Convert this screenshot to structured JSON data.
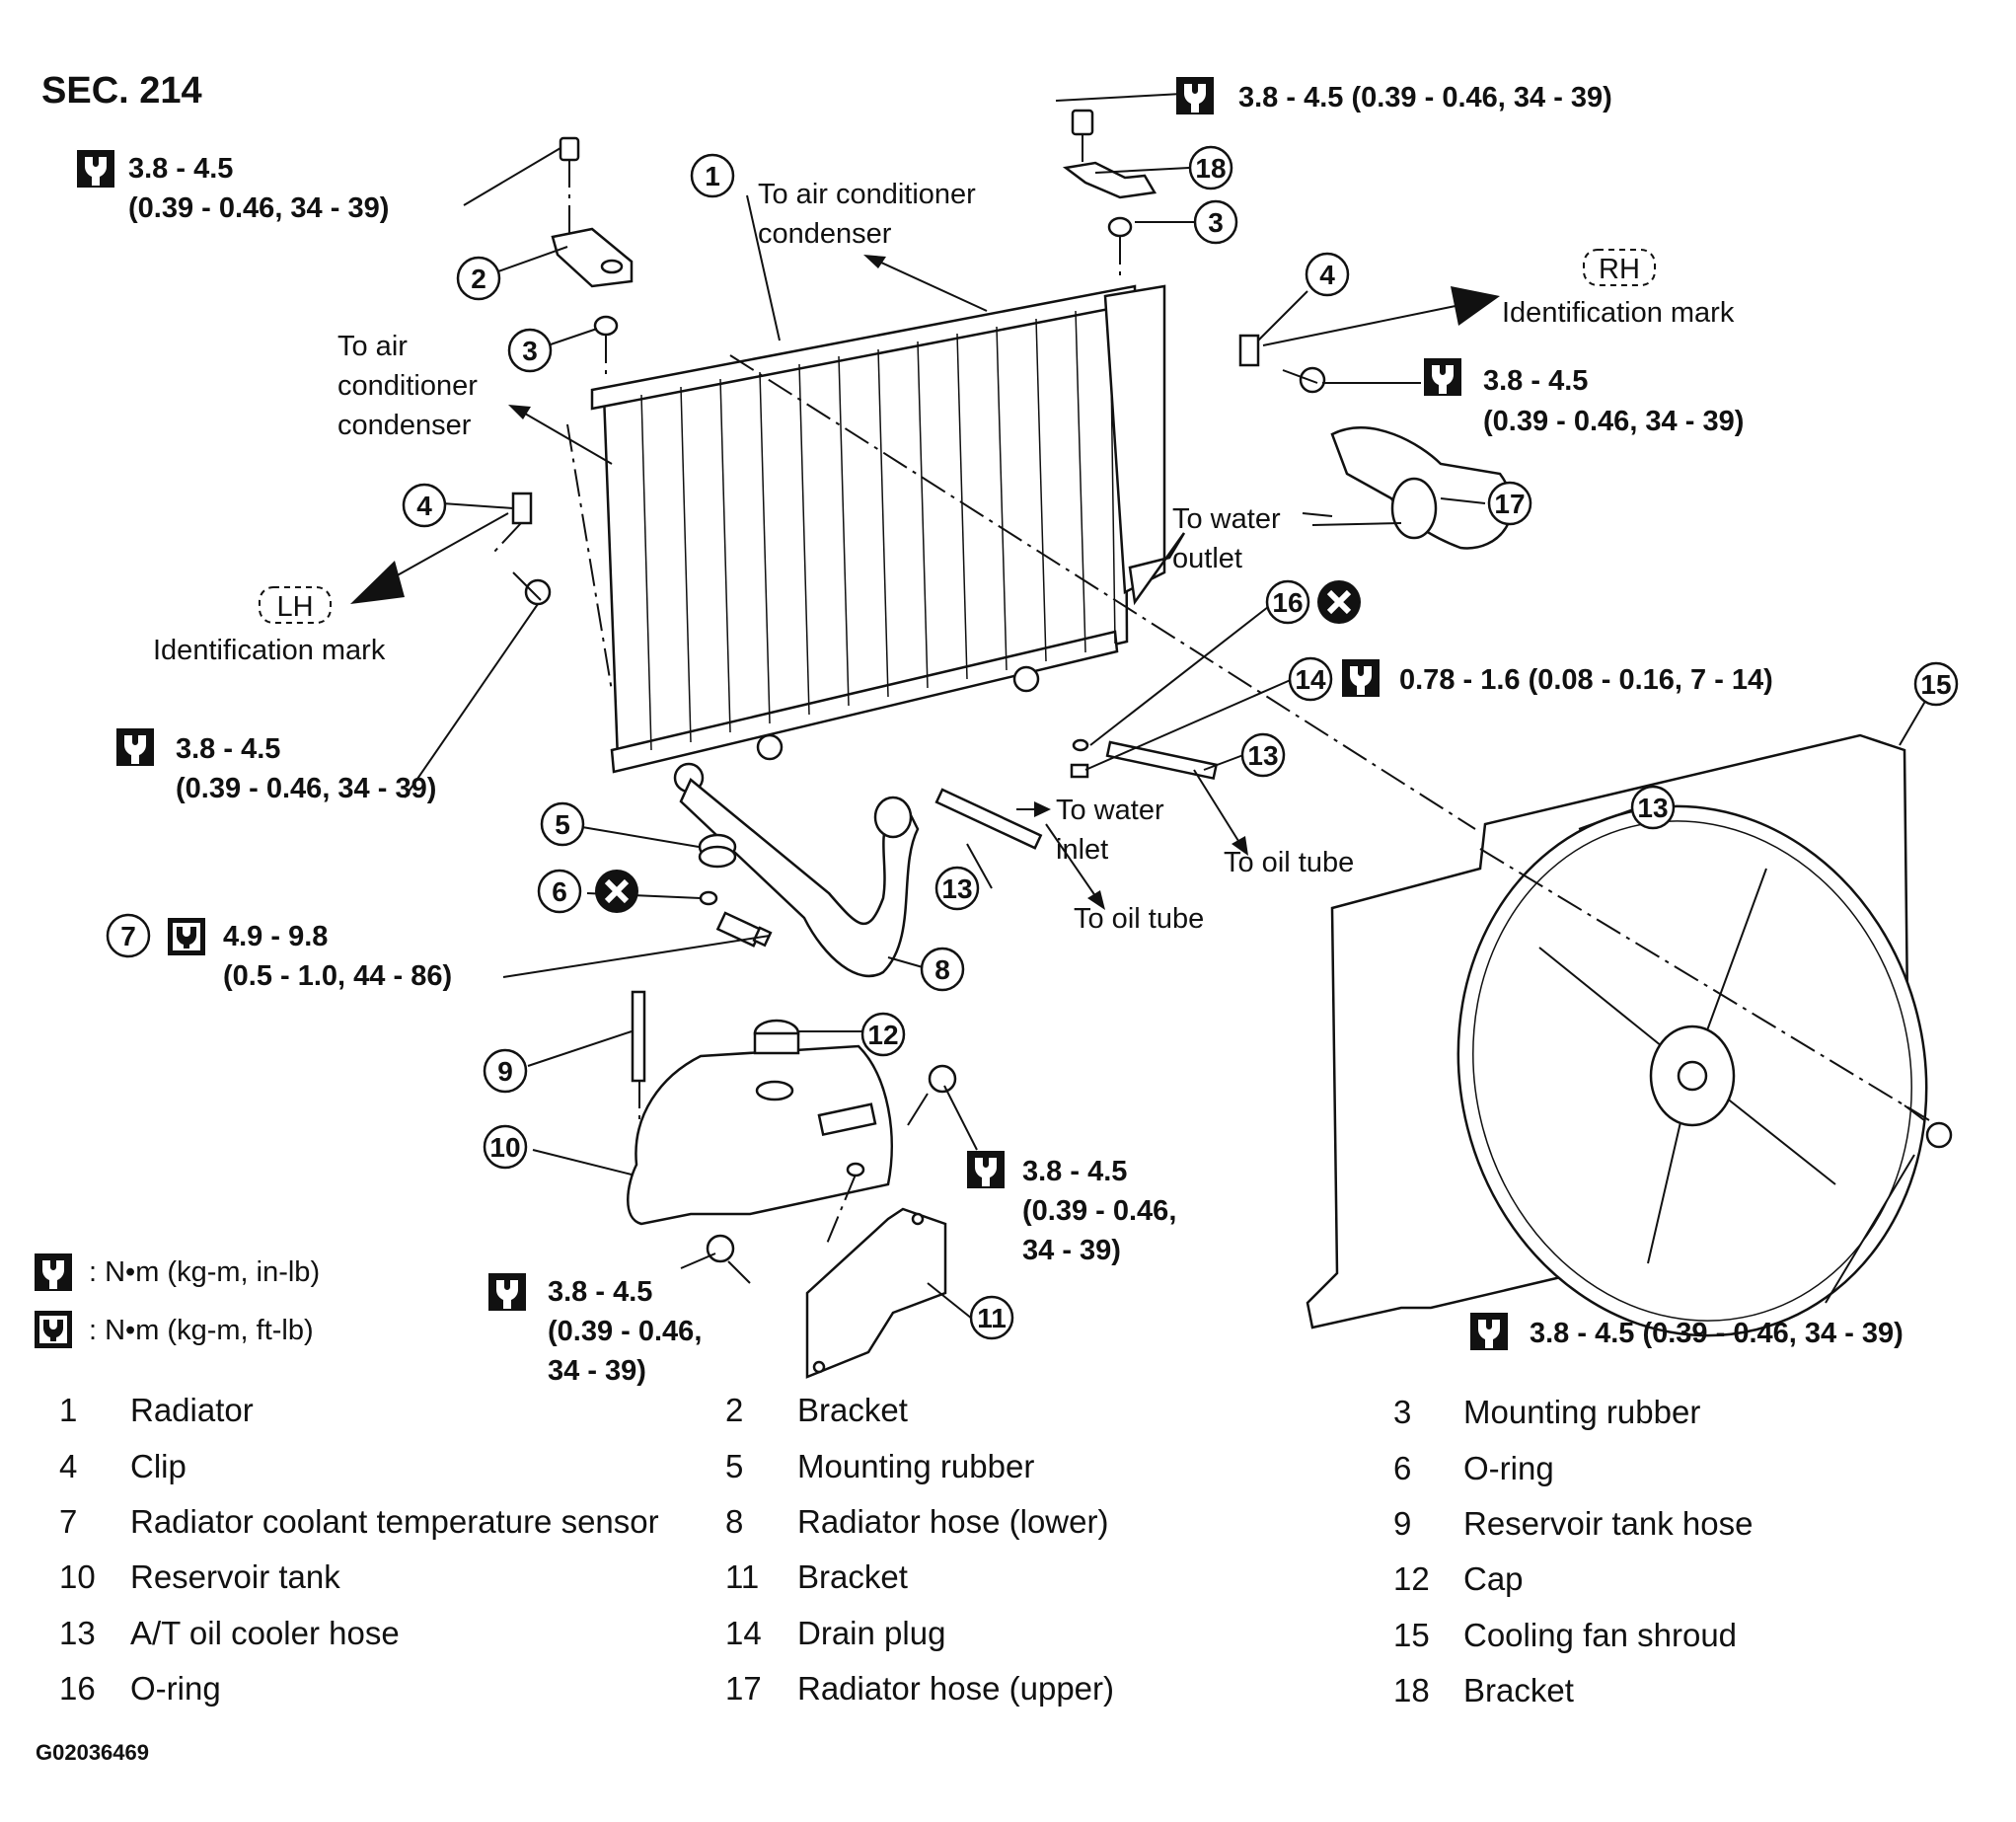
{
  "section": "SEC. 214",
  "figure_id": "G02036469",
  "units_legend": [
    {
      "icon": "torque-wrench-icon",
      "text": ": N•m (kg-m, in-lb)"
    },
    {
      "icon": "torque-wrench-ftlb-icon",
      "text": ": N•m (kg-m, ft-lb)"
    }
  ],
  "torque_specs": {
    "t18": "3.8 - 4.5 (0.39 - 0.46, 34 - 39)",
    "t2_a": "3.8 - 4.5",
    "t2_b": "(0.39 - 0.46, 34 - 39)",
    "trh_a": "3.8 - 4.5",
    "trh_b": "(0.39 - 0.46, 34 - 39)",
    "tlh_a": "3.8 - 4.5",
    "tlh_b": "(0.39 - 0.46, 34 - 39)",
    "t14": "0.78 - 1.6 (0.08 - 0.16, 7 - 14)",
    "t7_a": "4.9 - 9.8",
    "t7_b": "(0.5 - 1.0, 44 - 86)",
    "ttank_a": "3.8 - 4.5",
    "ttank_b": "(0.39 - 0.46,",
    "ttank_c": "34 - 39)",
    "tbr_a": "3.8 - 4.5",
    "tbr_b": "(0.39 - 0.46,",
    "tbr_c": "34 - 39)",
    "tfan": "3.8 - 4.5 (0.39 - 0.46, 34 - 39)"
  },
  "notes": {
    "ac_top_a": "To air conditioner",
    "ac_top_b": "condenser",
    "ac_left_a": "To air",
    "ac_left_b": "conditioner",
    "ac_left_c": "condenser",
    "rh_mark": "RH",
    "rh_label": "Identification mark",
    "lh_mark": "LH",
    "lh_label": "Identification mark",
    "water_outlet_a": "To water",
    "water_outlet_b": "outlet",
    "water_inlet_a": "To water",
    "water_inlet_b": "inlet",
    "oil_tube_1": "To oil tube",
    "oil_tube_2": "To oil tube"
  },
  "callouts": [
    "1",
    "2",
    "3",
    "3",
    "4",
    "4",
    "5",
    "6",
    "7",
    "8",
    "9",
    "10",
    "11",
    "12",
    "13",
    "13",
    "13",
    "14",
    "15",
    "16",
    "17",
    "18"
  ],
  "parts": [
    {
      "no": "1",
      "name": "Radiator"
    },
    {
      "no": "2",
      "name": "Bracket"
    },
    {
      "no": "3",
      "name": "Mounting rubber"
    },
    {
      "no": "4",
      "name": "Clip"
    },
    {
      "no": "5",
      "name": "Mounting rubber"
    },
    {
      "no": "6",
      "name": "O-ring"
    },
    {
      "no": "7",
      "name": "Radiator coolant temperature sensor"
    },
    {
      "no": "8",
      "name": "Radiator hose (lower)"
    },
    {
      "no": "9",
      "name": "Reservoir tank hose"
    },
    {
      "no": "10",
      "name": "Reservoir tank"
    },
    {
      "no": "11",
      "name": "Bracket"
    },
    {
      "no": "12",
      "name": "Cap"
    },
    {
      "no": "13",
      "name": "A/T oil cooler hose"
    },
    {
      "no": "14",
      "name": "Drain plug"
    },
    {
      "no": "15",
      "name": "Cooling fan shroud"
    },
    {
      "no": "16",
      "name": "O-ring"
    },
    {
      "no": "17",
      "name": "Radiator hose (upper)"
    },
    {
      "no": "18",
      "name": "Bracket"
    }
  ]
}
